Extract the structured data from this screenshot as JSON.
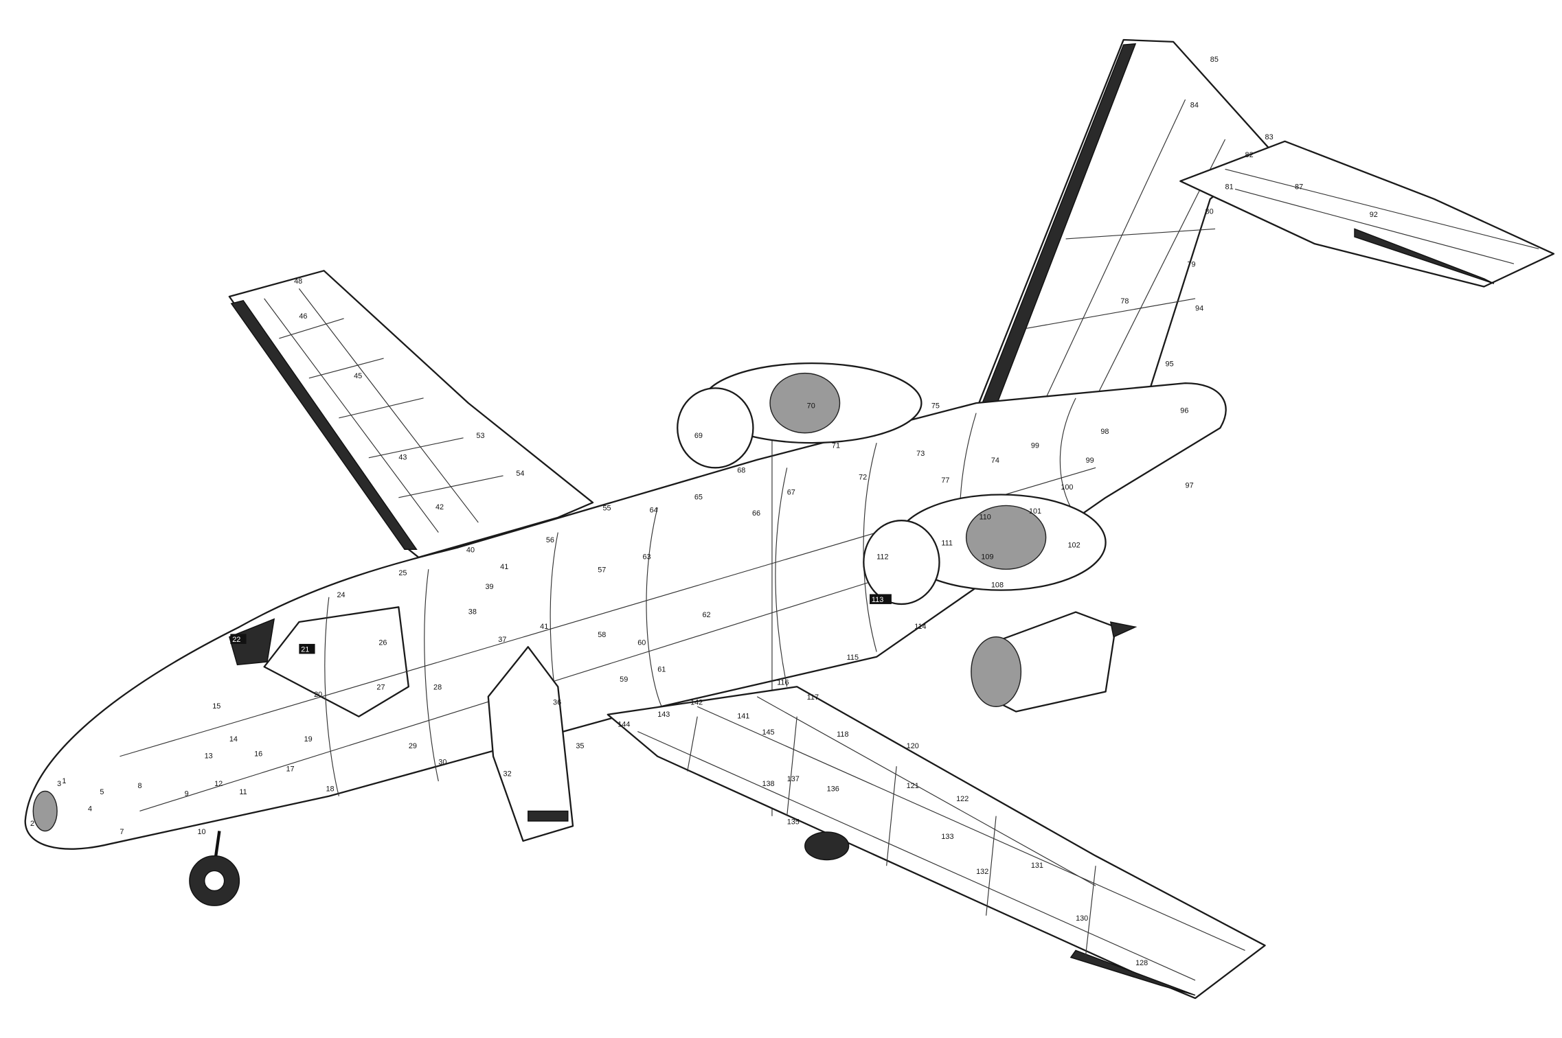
{
  "diagram": {
    "type": "aircraft-cutaway",
    "colors": {
      "ink": "#1a1a1a",
      "shade": "#2a2a2a",
      "background": "#ffffff"
    },
    "callouts": [
      "1",
      "2",
      "3",
      "4",
      "5",
      "7",
      "8",
      "9",
      "10",
      "11",
      "12",
      "13",
      "14",
      "15",
      "16",
      "17",
      "18",
      "19",
      "20",
      "21",
      "22",
      "24",
      "25",
      "26",
      "27",
      "28",
      "29",
      "30",
      "32",
      "35",
      "36",
      "37",
      "38",
      "39",
      "40",
      "41",
      "41",
      "42",
      "43",
      "45",
      "46",
      "48",
      "53",
      "54",
      "55",
      "56",
      "57",
      "58",
      "59",
      "60",
      "61",
      "62",
      "63",
      "64",
      "65",
      "66",
      "67",
      "68",
      "69",
      "70",
      "71",
      "72",
      "73",
      "74",
      "75",
      "77",
      "78",
      "79",
      "80",
      "81",
      "82",
      "83",
      "84",
      "85",
      "87",
      "92",
      "94",
      "95",
      "96",
      "97",
      "98",
      "99",
      "99",
      "100",
      "101",
      "102",
      "108",
      "109",
      "110",
      "111",
      "112",
      "113",
      "114",
      "115",
      "116",
      "117",
      "118",
      "120",
      "121",
      "122",
      "128",
      "130",
      "131",
      "132",
      "133",
      "135",
      "136",
      "137",
      "138",
      "141",
      "142",
      "143",
      "144",
      "145"
    ]
  }
}
